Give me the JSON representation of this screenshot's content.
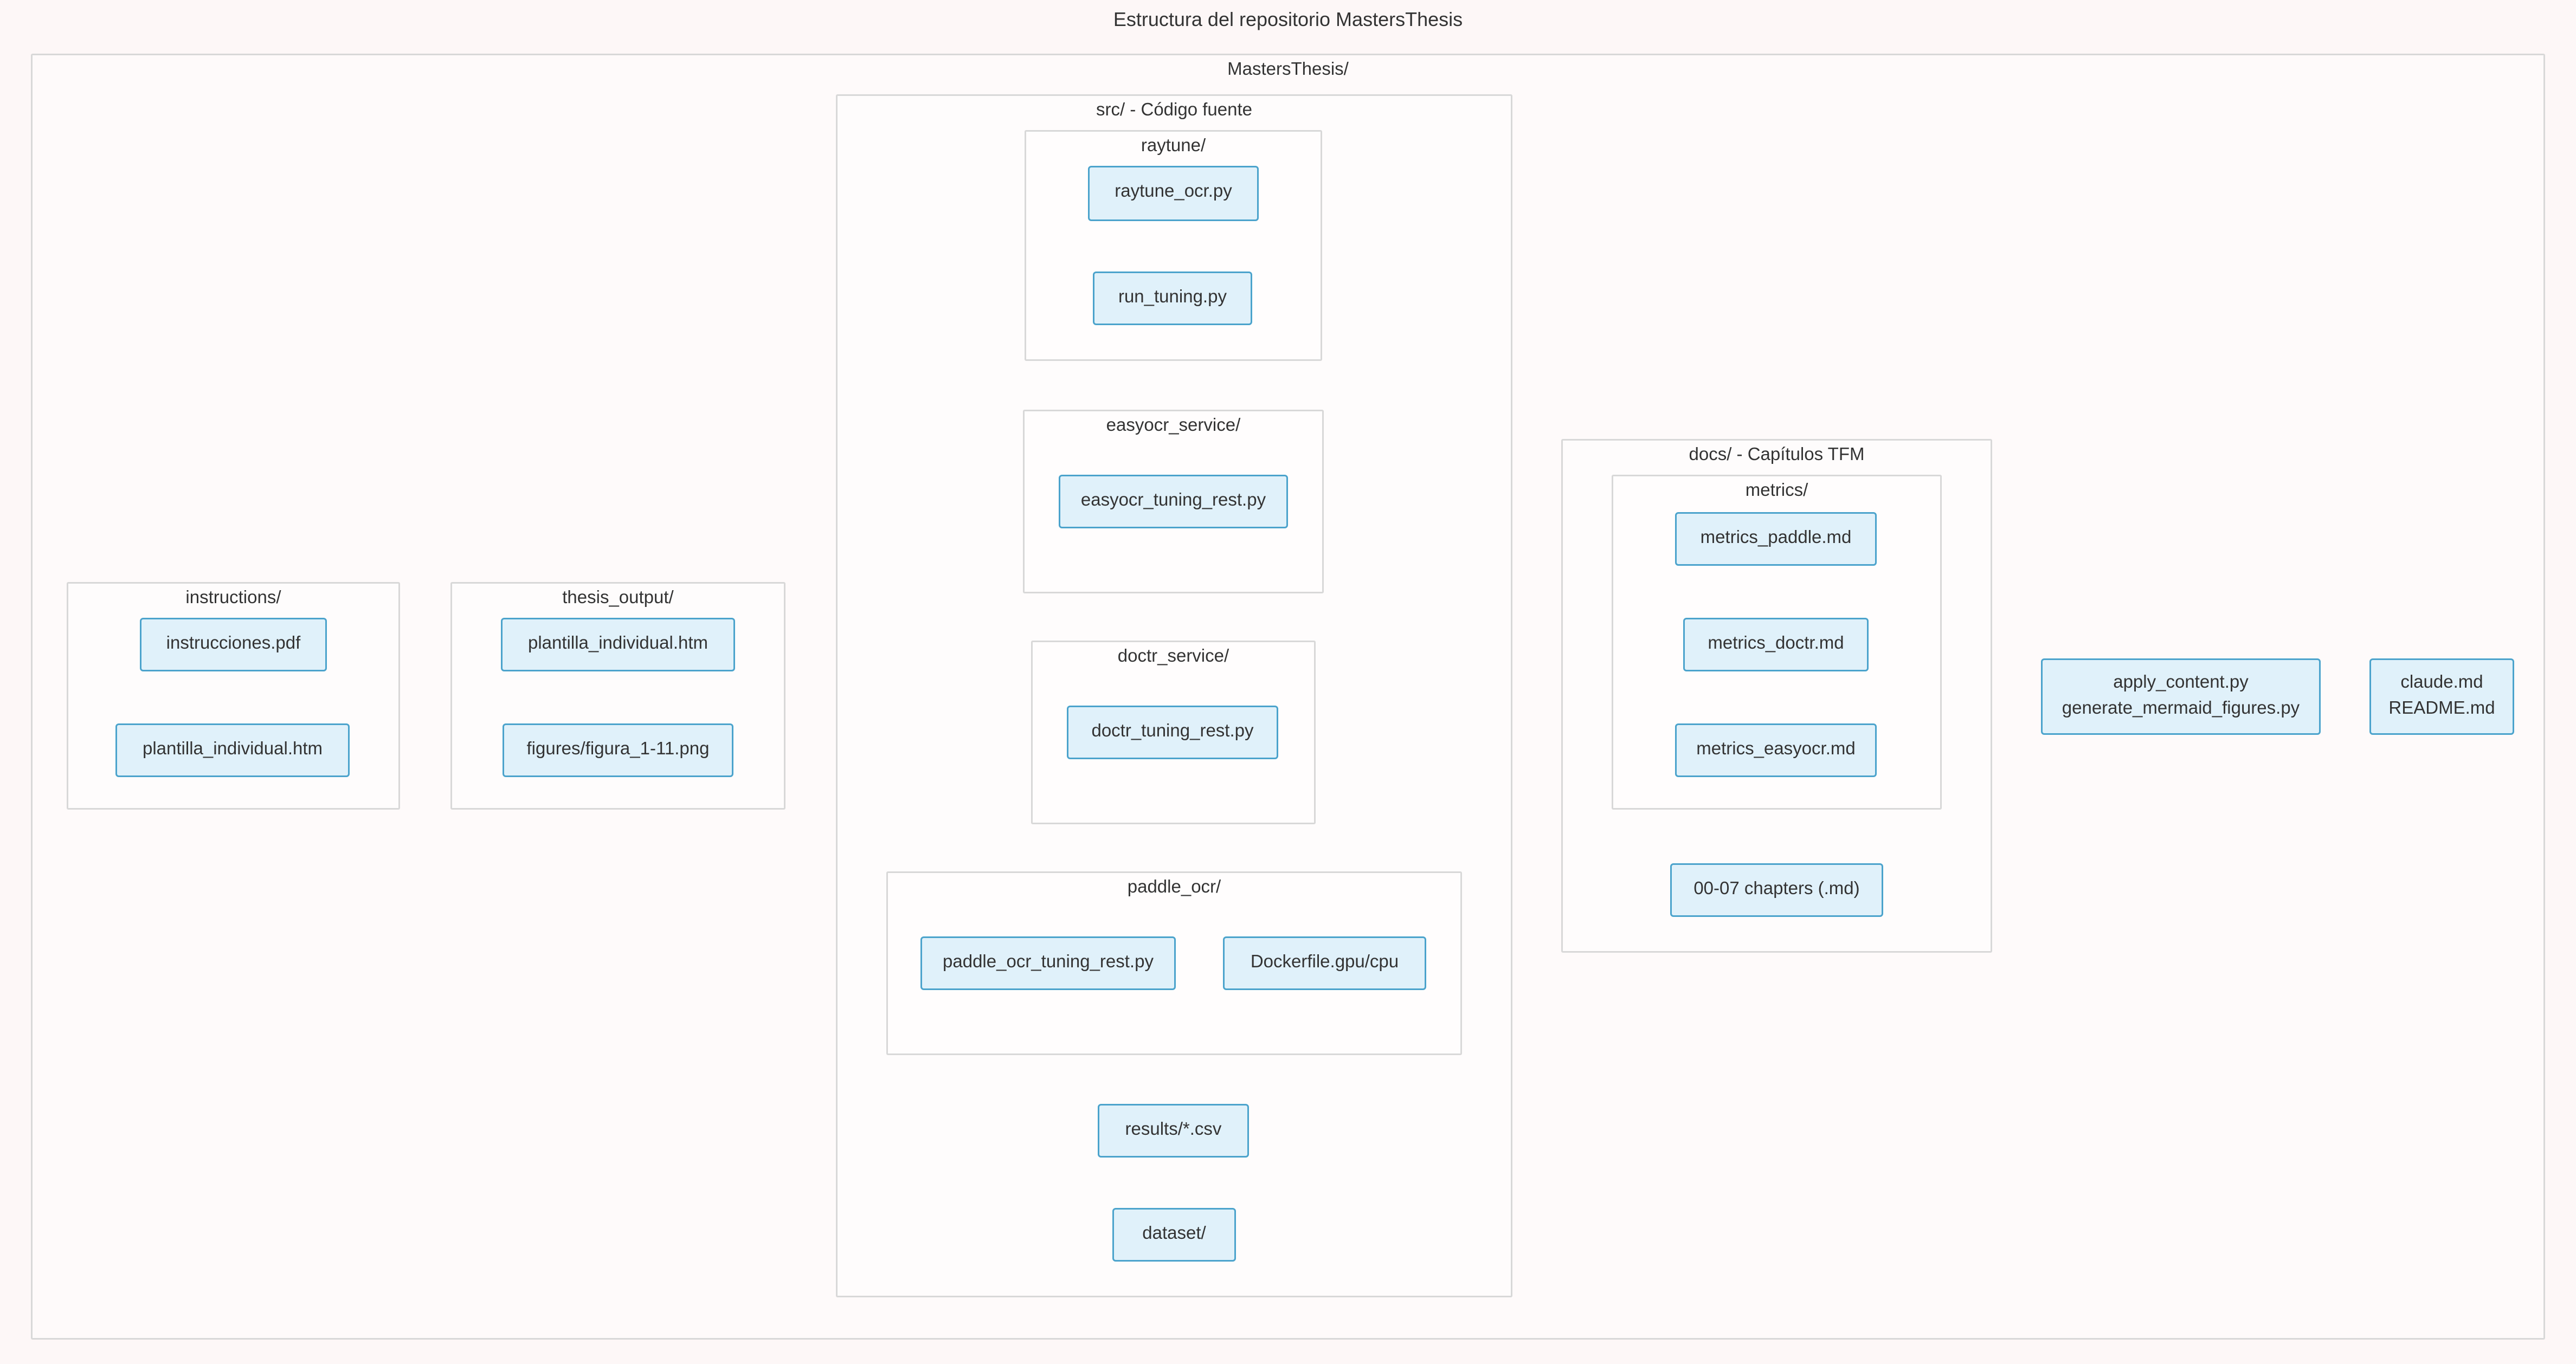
{
  "title": "Estructura del repositorio MastersThesis",
  "colors": {
    "background": "#fdf7f7",
    "node_fill": "#e0f1fa",
    "node_border": "#4ba3cc",
    "cluster_border": "#d8d8d8"
  },
  "clusters": {
    "root": {
      "label": "MastersThesis/"
    },
    "src": {
      "label": "src/ - Código fuente"
    },
    "raytune": {
      "label": "raytune/"
    },
    "easyocr_service": {
      "label": "easyocr_service/"
    },
    "doctr_service": {
      "label": "doctr_service/"
    },
    "paddle_ocr": {
      "label": "paddle_ocr/"
    },
    "instructions": {
      "label": "instructions/"
    },
    "thesis_output": {
      "label": "thesis_output/"
    },
    "docs": {
      "label": "docs/ - Capítulos TFM"
    },
    "metrics": {
      "label": "metrics/"
    }
  },
  "nodes": {
    "raytune_ocr": {
      "label": "raytune_ocr.py"
    },
    "run_tuning": {
      "label": "run_tuning.py"
    },
    "easyocr_tuning_rest": {
      "label": "easyocr_tuning_rest.py"
    },
    "doctr_tuning_rest": {
      "label": "doctr_tuning_rest.py"
    },
    "paddle_ocr_tuning_rest": {
      "label": "paddle_ocr_tuning_rest.py"
    },
    "dockerfile": {
      "label": "Dockerfile.gpu/cpu"
    },
    "results": {
      "label": "results/*.csv"
    },
    "dataset": {
      "label": "dataset/"
    },
    "instrucciones_pdf": {
      "label": "instrucciones.pdf"
    },
    "plantilla_individual_instructions": {
      "label": "plantilla_individual.htm"
    },
    "plantilla_individual_thesis": {
      "label": "plantilla_individual.htm"
    },
    "figures": {
      "label": "figures/figura_1-11.png"
    },
    "metrics_paddle": {
      "label": "metrics_paddle.md"
    },
    "metrics_doctr": {
      "label": "metrics_doctr.md"
    },
    "metrics_easyocr": {
      "label": "metrics_easyocr.md"
    },
    "chapters": {
      "label": "00-07 chapters (.md)"
    },
    "apply_content": {
      "line1": "apply_content.py",
      "line2": "generate_mermaid_figures.py"
    },
    "claude_readme": {
      "line1": "claude.md",
      "line2": "README.md"
    }
  }
}
